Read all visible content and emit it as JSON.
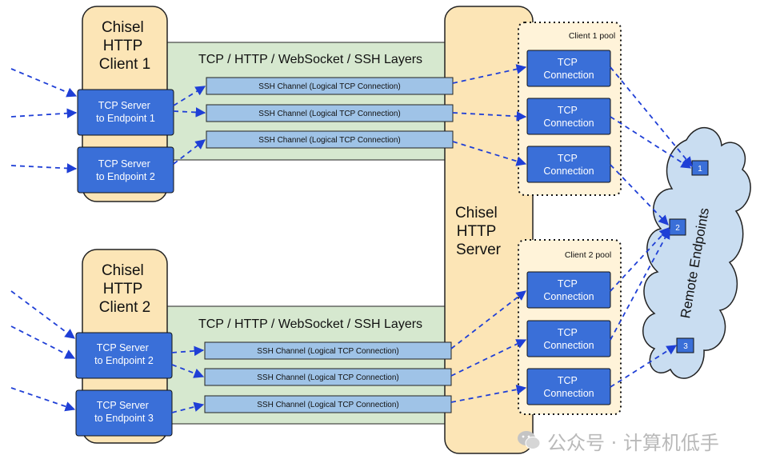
{
  "client1": {
    "title_lines": [
      "Chisel",
      "HTTP",
      "Client 1"
    ]
  },
  "client2": {
    "title_lines": [
      "Chisel",
      "HTTP",
      "Client 2"
    ]
  },
  "server": {
    "title_lines": [
      "Chisel",
      "HTTP",
      "Server"
    ]
  },
  "layers_label": "TCP / HTTP / WebSocket / SSH Layers",
  "tcp_servers_client1": [
    [
      "TCP Server",
      "to Endpoint 1"
    ],
    [
      "TCP Server",
      "to Endpoint 2"
    ]
  ],
  "tcp_servers_client2": [
    [
      "TCP Server",
      "to Endpoint 2"
    ],
    [
      "TCP Server",
      "to Endpoint 3"
    ]
  ],
  "ssh_channel_label": "SSH Channel (Logical TCP Connection)",
  "pool1_label": "Client 1 pool",
  "pool2_label": "Client 2 pool",
  "tcp_connection_lines": [
    "TCP",
    "Connection"
  ],
  "remote_endpoints_label": "Remote Endpoints",
  "endpoints": [
    "1",
    "2",
    "3"
  ],
  "watermark": "公众号 · 计算机低手",
  "colors": {
    "client_fill": "#fce5b6",
    "server_fill": "#fce5b6",
    "layer_fill": "#d6e8cf",
    "tcp_box_fill": "#3a6fd8",
    "ssh_fill": "#9fc3e7",
    "pool_fill": "#fff3d9",
    "cloud_fill": "#c9ddf1",
    "arrow": "#1f3fd6"
  }
}
